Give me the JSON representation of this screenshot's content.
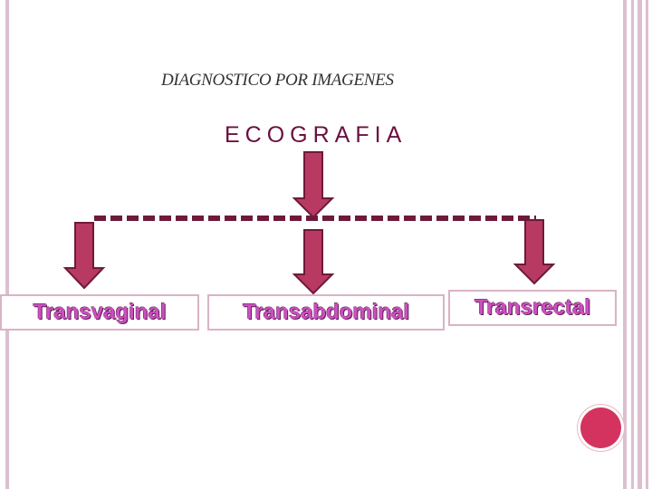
{
  "slide": {
    "heading": "DIAGNOSTICO POR IMAGENES",
    "title": "ECOGRAFIA",
    "branches": [
      {
        "label": "Transvaginal"
      },
      {
        "label": "Transabdominal"
      },
      {
        "label": "Transrectal"
      }
    ]
  },
  "colors": {
    "arrow_fill": "#b83a62",
    "arrow_stroke": "#6e1a3a",
    "connector": "#6e1a3a",
    "branch_text": "#cc4fc0",
    "box_border": "#d9b3c6",
    "title_text": "#6b1040",
    "accent_dot": "#d4335f",
    "frame": "#dcbfcf"
  }
}
